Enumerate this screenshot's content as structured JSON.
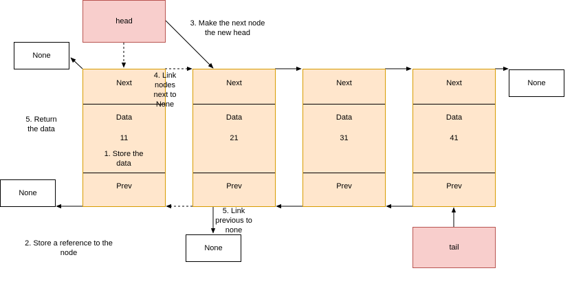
{
  "pointers": {
    "head": "head",
    "tail": "tail"
  },
  "none_label": "None",
  "nodes": [
    {
      "next": "Next",
      "data_label": "Data",
      "value": "11",
      "prev": "Prev"
    },
    {
      "next": "Next",
      "data_label": "Data",
      "value": "21",
      "prev": "Prev"
    },
    {
      "next": "Next",
      "data_label": "Data",
      "value": "31",
      "prev": "Prev"
    },
    {
      "next": "Next",
      "data_label": "Data",
      "value": "41",
      "prev": "Prev"
    }
  ],
  "steps": {
    "store_data": "1. Store the data",
    "store_ref": "2. Store a reference to the node",
    "make_head": "3. Make the next node the new head",
    "link_next": "4. Link nodes next to None",
    "return_data": "5. Return the data",
    "link_prev": "5. Link previous to none"
  },
  "colors": {
    "node_fill": "#ffe6cc",
    "node_border": "#d79b00",
    "pointer_fill": "#f8cecc",
    "pointer_border": "#b85450"
  }
}
